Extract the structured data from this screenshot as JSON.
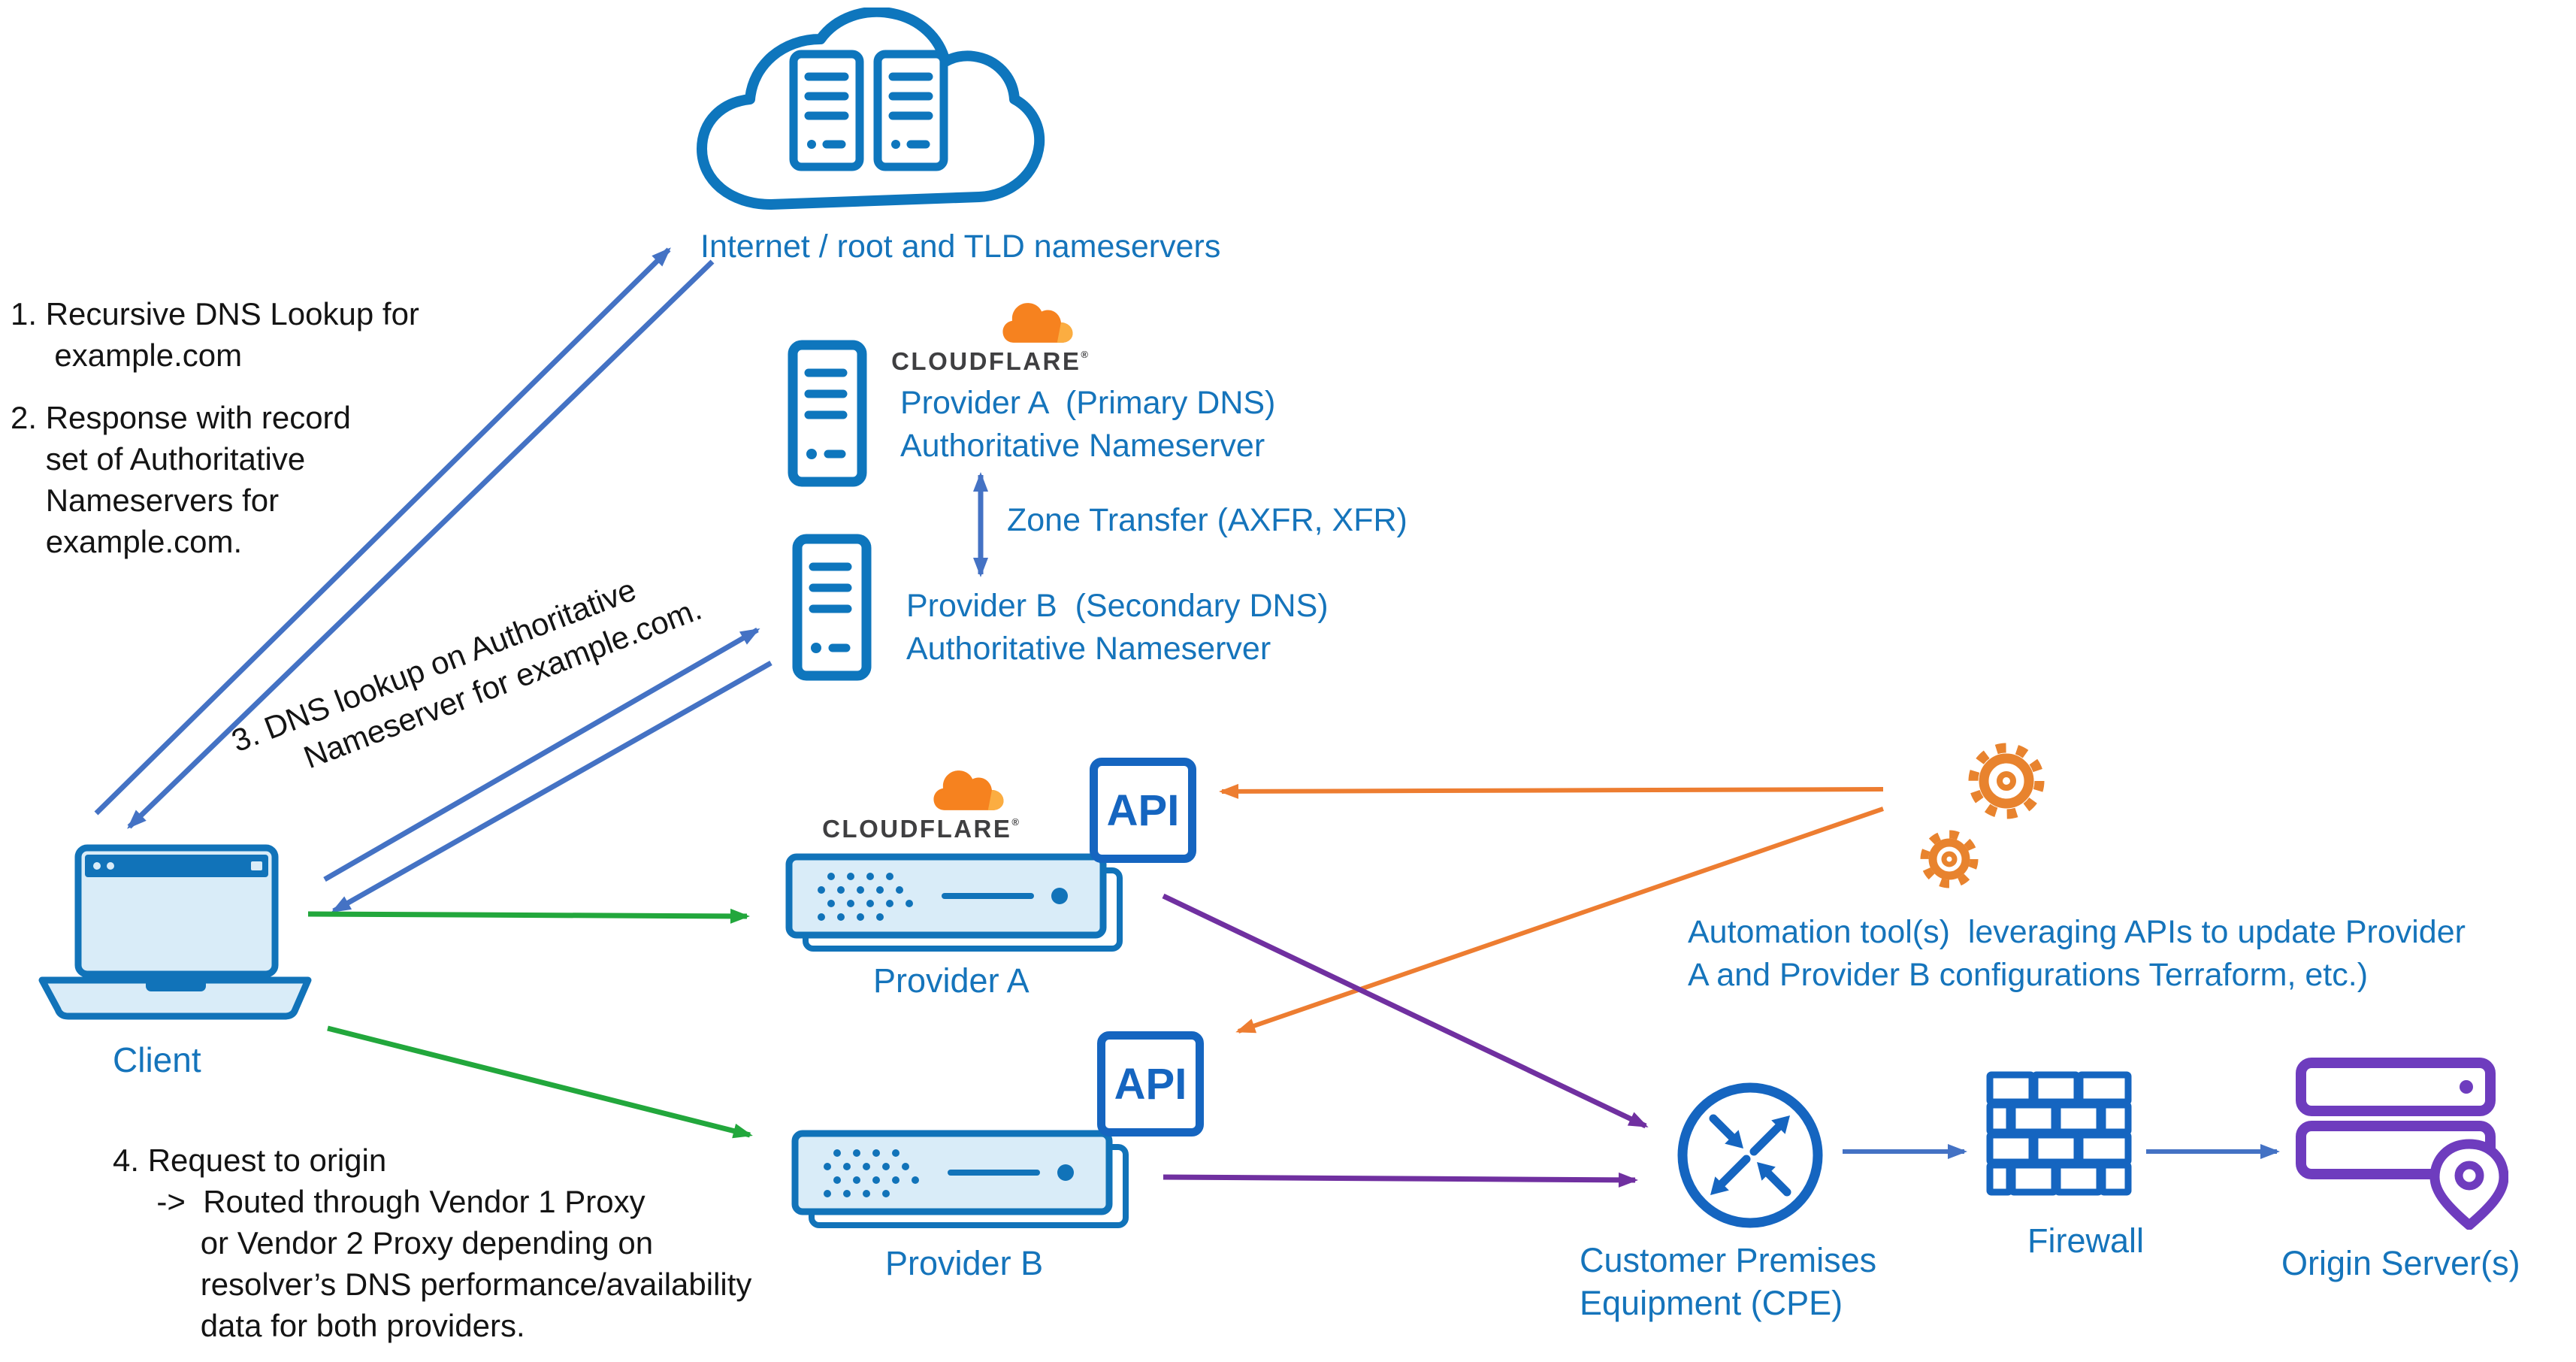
{
  "colors": {
    "icon_blue": "#0E76BD",
    "box_blue": "#1565C0",
    "label_blue": "#1574BB",
    "arrow_blue": "#4472C4",
    "arrow_green": "#22A73C",
    "arrow_orange": "#ED7D31",
    "arrow_purple": "#7030A0",
    "origin_purple": "#6E3CBE",
    "cloudflare_orange": "#F6821F",
    "cloudflare_light_orange": "#FBAD41",
    "laptop_fill": "#D9ECF8",
    "text_black": "#141414"
  },
  "labels": {
    "internet": "Internet / root and TLD nameservers",
    "provider_a_ns": "Provider A  (Primary DNS)\nAuthoritative Nameserver",
    "zone_transfer": "Zone Transfer (AXFR, XFR)",
    "provider_b_ns": "Provider B  (Secondary DNS)\nAuthoritative Nameserver",
    "client": "Client",
    "provider_a": "Provider A",
    "provider_b": "Provider B",
    "api": "API",
    "cloudflare_wordmark": "CLOUDFLARE",
    "cloudflare_reg": "®",
    "automation": "Automation tool(s)  leveraging APIs to update Provider\nA and Provider B configurations Terraform, etc.)",
    "cpe": "Customer Premises\nEquipment (CPE)",
    "firewall": "Firewall",
    "origin": "Origin Server(s)"
  },
  "notes": {
    "n1": "1. Recursive DNS Lookup for\n     example.com",
    "n2": "2. Response with record\n    set of Authoritative\n    Nameservers for\n    example.com.",
    "n3": "3. DNS lookup on Authoritative\n       Nameserver for example.com.",
    "n4": "4. Request to origin\n     ->  Routed through Vendor 1 Proxy\n          or Vendor 2 Proxy depending on\n          resolver’s DNS performance/availability\n          data for both providers."
  }
}
